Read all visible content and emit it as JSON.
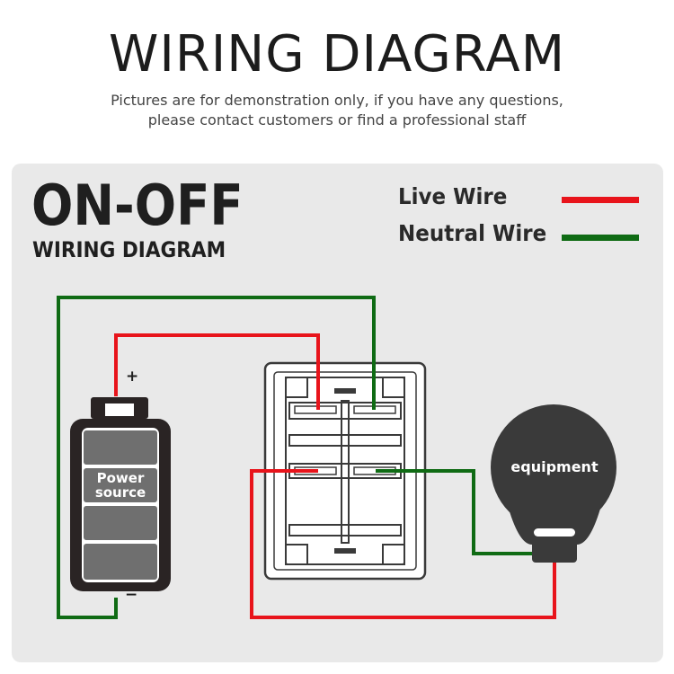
{
  "header": {
    "title": "WIRING DIAGRAM",
    "subtitle_line1": "Pictures are for demonstration only, if you have any questions,",
    "subtitle_line2": "please contact customers or find a professional staff"
  },
  "panel": {
    "heading": "ON-OFF",
    "subheading": "WIRING DIAGRAM"
  },
  "legend": {
    "items": [
      {
        "label": "Live Wire",
        "color": "#e8141b"
      },
      {
        "label": "Neutral Wire",
        "color": "#0f6b14"
      }
    ]
  },
  "battery": {
    "label_line1": "Power",
    "label_line2": "source",
    "positive_sign": "+",
    "negative_sign": "−"
  },
  "equipment": {
    "label": "equipment"
  },
  "colors": {
    "live": "#e8141b",
    "neutral": "#0f6b14",
    "panel_bg": "#e9e9e9",
    "dark": "#3a3a3a"
  }
}
